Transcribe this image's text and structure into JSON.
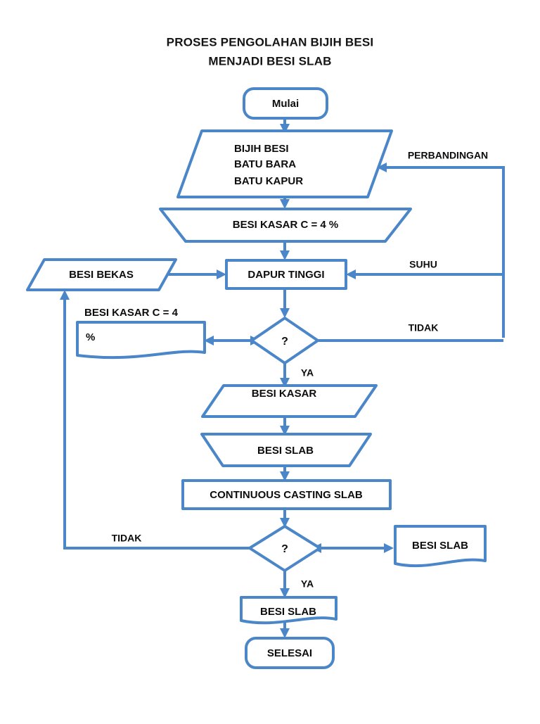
{
  "title": {
    "line1": "PROSES PENGOLAHAN BIJIH BESI",
    "line2": "MENJADI BESI SLAB"
  },
  "colors": {
    "shape_stroke": "#4a86c8",
    "shape_fill": "#ffffff",
    "text": "#0d0d0d",
    "background": "#ffffff"
  },
  "nodes": {
    "start": {
      "label": "Mulai",
      "shape": "rounded-rectangle"
    },
    "inputs": {
      "line1": "BIJIH BESI",
      "line2": "BATU BARA",
      "line3": "BATU KAPUR",
      "shape": "parallelogram"
    },
    "besi_kasar_pct": {
      "label": "BESI KASAR C = 4 %",
      "shape": "inverted-trapezoid"
    },
    "dapur_tinggi": {
      "label": "DAPUR TINGGI",
      "shape": "rectangle"
    },
    "besi_bekas": {
      "label": "BESI BEKAS",
      "shape": "parallelogram"
    },
    "doc_besi_kasar": {
      "label_outside": "BESI KASAR C = 4",
      "label_inside": "%",
      "shape": "document"
    },
    "decision_top": {
      "label": "?",
      "shape": "diamond"
    },
    "besi_kasar": {
      "label": "BESI KASAR",
      "shape": "parallelogram"
    },
    "besi_slab_trapezoid": {
      "label": "BESI SLAB",
      "shape": "inverted-trapezoid"
    },
    "continuous_casting": {
      "label": "CONTINUOUS CASTING SLAB",
      "shape": "rectangle"
    },
    "decision_bottom": {
      "label": "?",
      "shape": "diamond"
    },
    "doc_besi_slab_right": {
      "label": "BESI  SLAB",
      "shape": "document"
    },
    "doc_besi_slab_bottom": {
      "label": "BESI SLAB",
      "shape": "document"
    },
    "end": {
      "label": "SELESAI",
      "shape": "rounded-rectangle"
    }
  },
  "edge_labels": {
    "perbandingan": "PERBANDINGAN",
    "suhu": "SUHU",
    "tidak_top": "TIDAK",
    "ya_top": "YA",
    "tidak_bottom": "TIDAK",
    "ya_bottom": "YA"
  }
}
